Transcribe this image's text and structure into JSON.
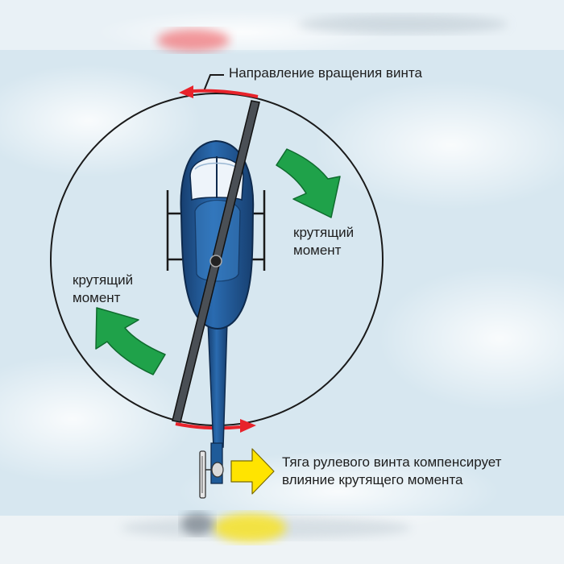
{
  "labels": {
    "rotation_direction": "Направление вращения винта",
    "torque_right": {
      "line1": "крутящий",
      "line2": "момент"
    },
    "torque_left": {
      "line1": "крутящий",
      "line2": "момент"
    },
    "tail_rotor_note": {
      "line1": "Тяга рулевого винта компенсирует",
      "line2": "влияние крутящего момента"
    }
  },
  "colors": {
    "rotation_arrow": "#e8232b",
    "torque_arrow": "#1fa24a",
    "tail_thrust_arrow": "#ffe400",
    "helicopter_body": "#1f5b99",
    "sky": "#d5e6ef"
  },
  "icons": [
    "rotation-direction-arrow",
    "torque-arrow",
    "tail-thrust-arrow",
    "helicopter-topview-icon"
  ]
}
